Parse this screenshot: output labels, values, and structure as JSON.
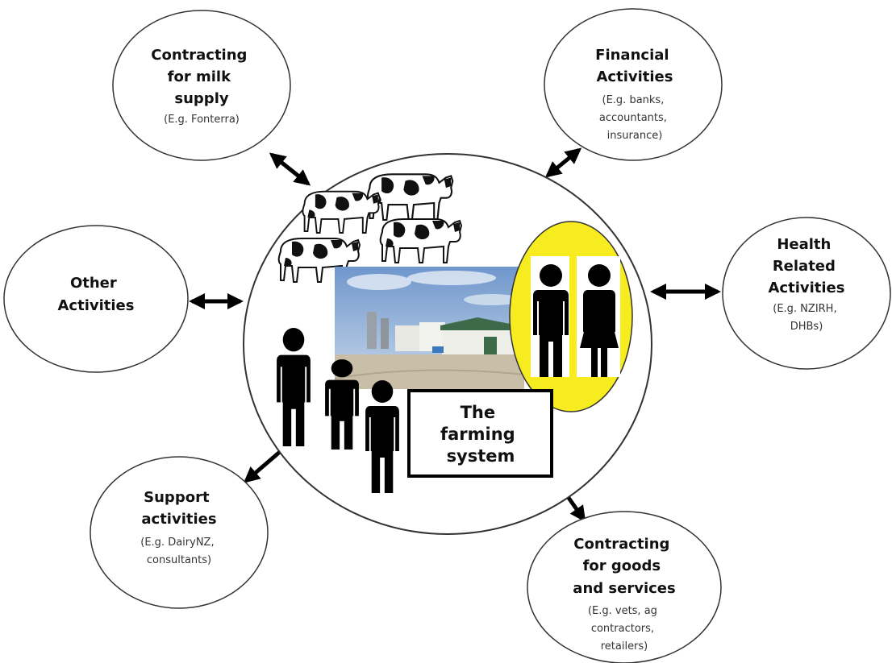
{
  "center_label": [
    "The",
    "farming",
    "system"
  ],
  "nodes": {
    "milk": {
      "title": [
        "Contracting",
        "for milk",
        "supply"
      ],
      "sub": [
        "(E.g. Fonterra)"
      ]
    },
    "financial": {
      "title": [
        "Financial",
        "Activities"
      ],
      "sub": [
        "(E.g. banks,",
        "accountants,",
        "insurance)"
      ]
    },
    "other": {
      "title": [
        "Other",
        "Activities"
      ],
      "sub": []
    },
    "health": {
      "title": [
        "Health",
        "Related",
        "Activities"
      ],
      "sub": [
        "(E.g. NZIRH,",
        "DHBs)"
      ]
    },
    "support": {
      "title": [
        "Support",
        "activities"
      ],
      "sub": [
        "(E.g. DairyNZ,",
        "consultants)"
      ]
    },
    "goods": {
      "title": [
        "Contracting",
        "for goods",
        "and services"
      ],
      "sub": [
        "(E.g. vets, ag",
        "contractors,",
        "retailers)"
      ]
    }
  },
  "colors": {
    "family_ellipse": "#f6ec1f",
    "sky": "#8fb2dc",
    "ground": "#c9bfa8",
    "barn_roof": "#3d6b4a",
    "people": "#000000"
  },
  "icons": [
    "cow-icon",
    "person-icon",
    "farm-photo",
    "double-arrow-icon"
  ]
}
